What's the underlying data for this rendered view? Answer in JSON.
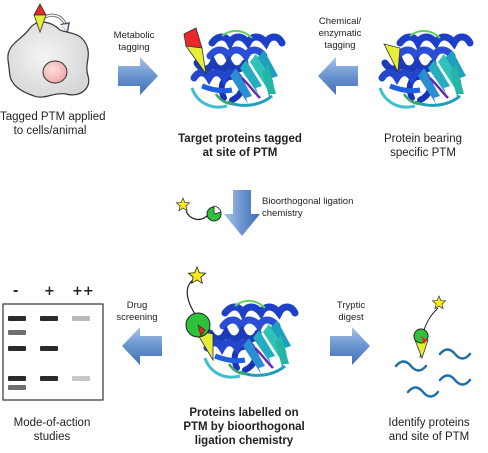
{
  "labels": {
    "cell": [
      "Tagged PTM applied",
      "to cells/animal"
    ],
    "metabolic": [
      "Metabolic",
      "tagging"
    ],
    "chemical": [
      "Chemical/",
      "enzymatic",
      "tagging"
    ],
    "target": [
      "Target proteins tagged",
      "at site of PTM"
    ],
    "specific": [
      "Protein bearing",
      "specific PTM"
    ],
    "bioorth": [
      "Bioorthogonal ligation",
      "chemistry"
    ],
    "drug": [
      "Drug",
      "screening"
    ],
    "tryptic": [
      "Tryptic",
      "digest"
    ],
    "mode": [
      "Mode-of-action",
      "studies"
    ],
    "labelled": [
      "Proteins labelled on",
      "PTM by bioorthogonal",
      "ligation chemistry"
    ],
    "identify": [
      "Identify proteins",
      "and site of PTM"
    ]
  },
  "gel": {
    "lanes": [
      "-",
      "+",
      "++"
    ]
  },
  "colors": {
    "arrow": "#5b86c5",
    "helix": "#1e3fc8",
    "strand": "#2bb3c4",
    "tag_yellow": "#e6ee3a",
    "tag_red": "#e8282b",
    "probe_green": "#2fc13a",
    "star": "#f7e91a",
    "peptide": "#1f6fa8"
  },
  "icons": [
    "cell-icon",
    "protein-icon",
    "probe-icon",
    "gel-icon",
    "peptide-icon"
  ]
}
